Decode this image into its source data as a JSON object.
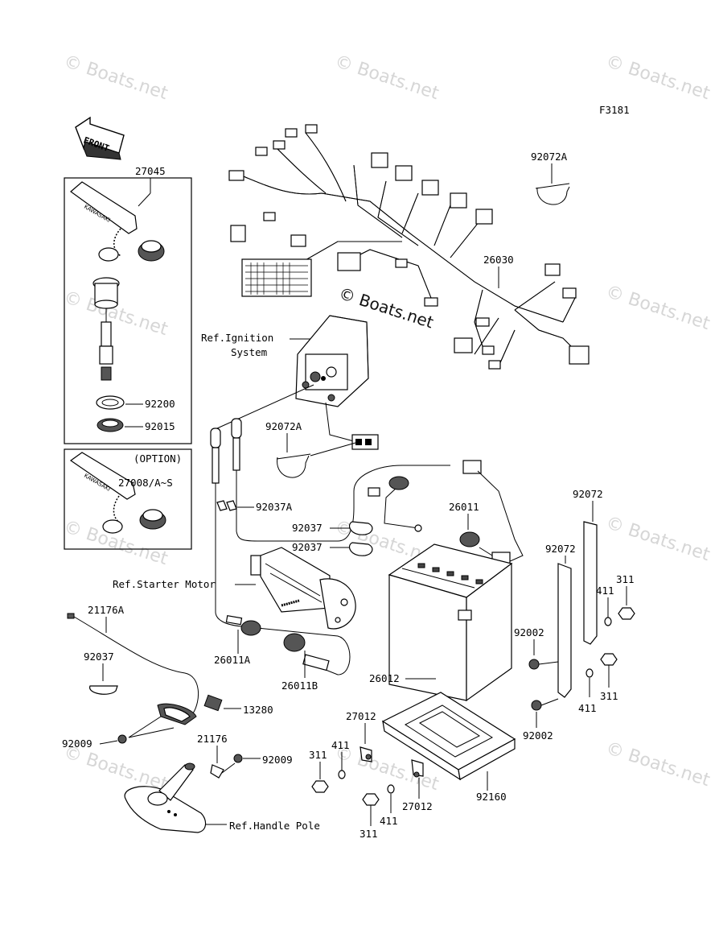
{
  "figure_code": "F3181",
  "watermark": "© Boats.net",
  "front_label": "FRONT",
  "option_label": "(OPTION)",
  "parts": {
    "p27045": "27045",
    "p92200": "92200",
    "p92015": "92015",
    "p27008": "27008/A~S",
    "p92072A_top": "92072A",
    "p26030": "26030",
    "p92072A_mid": "92072A",
    "p92037A": "92037A",
    "p26011": "26011",
    "p92037_a": "92037",
    "p92037_b": "92037",
    "p92072_a": "92072",
    "p92072_b": "92072",
    "p311_a": "311",
    "p411_a": "411",
    "p21176A": "21176A",
    "p92037_c": "92037",
    "p26011A": "26011A",
    "p26011B": "26011B",
    "p26012": "26012",
    "p92002_a": "92002",
    "p92002_b": "92002",
    "p311_b": "311",
    "p411_b": "411",
    "p13280": "13280",
    "p27012_a": "27012",
    "p27012_b": "27012",
    "p311_c": "311",
    "p411_c": "411",
    "p92009_a": "92009",
    "p21176": "21176",
    "p92009_b": "92009",
    "p92160": "92160",
    "p311_d": "311",
    "p411_d": "411"
  },
  "refs": {
    "ignition_line1": "Ref.Ignition",
    "ignition_line2": "System",
    "starter_motor": "Ref.Starter Motor",
    "handle_pole": "Ref.Handle Pole"
  }
}
